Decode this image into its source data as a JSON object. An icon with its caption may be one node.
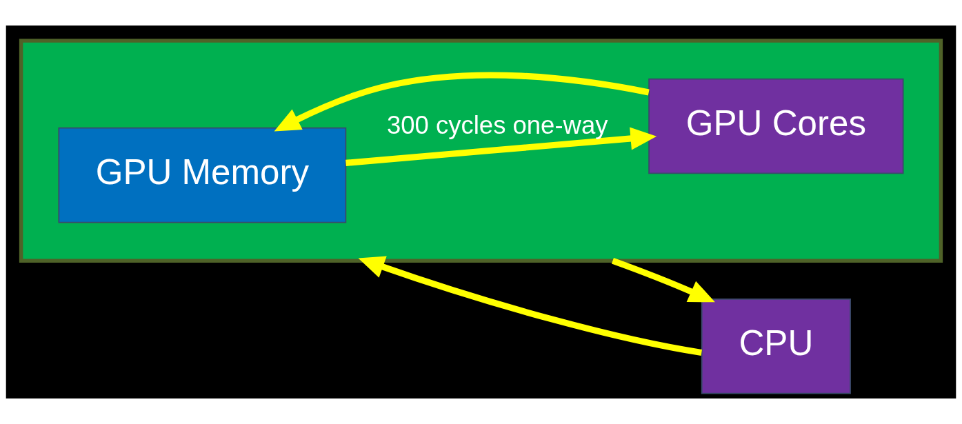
{
  "diagram": {
    "nodes": [
      {
        "text": [],
        "shape": "box"
      },
      {
        "text": [
          "GPU Memory"
        ],
        "in": 0
      },
      {
        "text": [
          "GPU Cores"
        ],
        "in": 0
      },
      {
        "text": [
          "CPU"
        ]
      }
    ],
    "edges": [
      {
        "from": 2,
        "to": 1,
        "arrow": "to"
      },
      {
        "from": 1,
        "to": 2,
        "arrow": "to",
        "label": "300 cycles one-way"
      },
      {
        "from": 3,
        "to": 0,
        "arrow": "to"
      },
      {
        "from": 0,
        "to": 3,
        "arrow": "to"
      }
    ]
  }
}
